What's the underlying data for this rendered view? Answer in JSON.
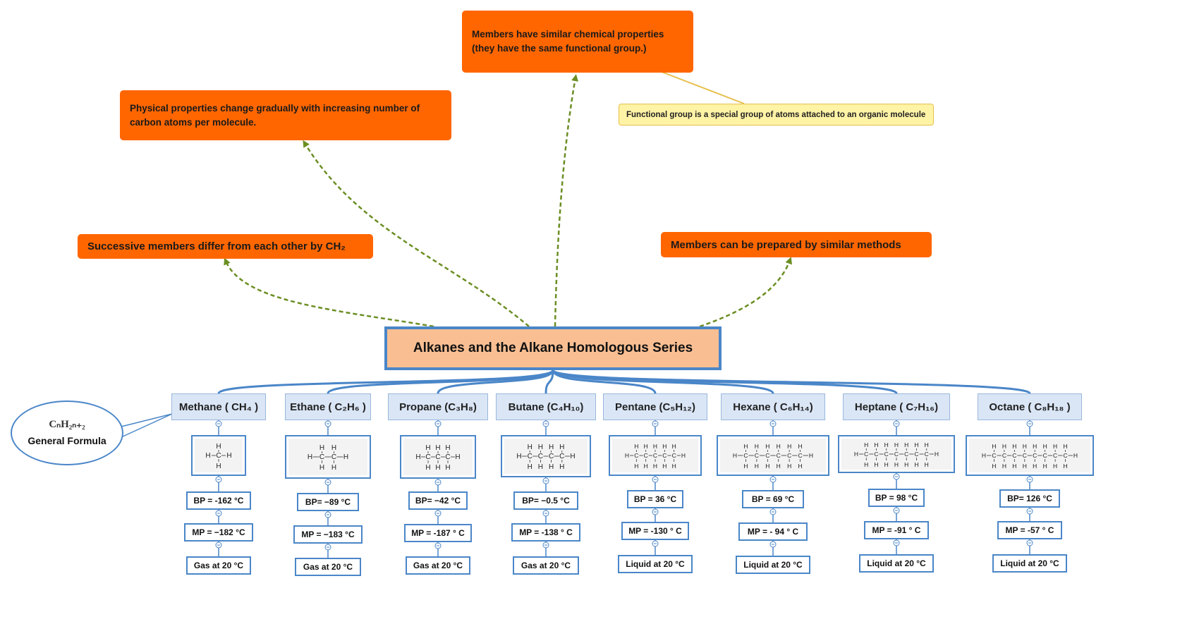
{
  "root": {
    "title": "Alkanes and the Alkane Homologous Series"
  },
  "properties": {
    "chemical": "Members have similar chemical properties (they have the same functional group.)",
    "physical": "Physical properties change gradually with increasing number of carbon atoms per molecule.",
    "successive": "Successive members differ from each other by CH₂",
    "prepared": "Members can be prepared by similar methods"
  },
  "callout": {
    "functional_group": "Functional group is a special group of atoms attached to an organic molecule"
  },
  "general_formula": {
    "formula": "CₙH₂ₙ₊₂",
    "label": "General Formula"
  },
  "alkanes": [
    {
      "name": "Methane ( CH₄ )",
      "carbons": 1,
      "bp": "BP = -162 °C",
      "mp": "MP = −182 °C",
      "state": "Gas at  20 °C"
    },
    {
      "name": "Ethane ( C₂H₆ )",
      "carbons": 2,
      "bp": "BP= −89 °C",
      "mp": "MP = −183 °C",
      "state": "Gas at  20 °C"
    },
    {
      "name": "Propane (C₃H₈)",
      "carbons": 3,
      "bp": "BP= −42 °C",
      "mp": "MP = -187 ° C",
      "state": "Gas at 20 °C"
    },
    {
      "name": "Butane (C₄H₁₀)",
      "carbons": 4,
      "bp": "BP= −0.5 °C",
      "mp": "MP = -138 ° C",
      "state": "Gas at 20 °C"
    },
    {
      "name": "Pentane (C₅H₁₂)",
      "carbons": 5,
      "bp": "BP = 36 °C",
      "mp": "MP = -130 ° C",
      "state": "Liquid  at 20 °C"
    },
    {
      "name": "Hexane ( C₆H₁₄)",
      "carbons": 6,
      "bp": "BP = 69 °C",
      "mp": "MP = - 94 ° C",
      "state": "Liquid at 20 °C"
    },
    {
      "name": "Heptane ( C₇H₁₆)",
      "carbons": 7,
      "bp": "BP = 98 °C",
      "mp": "MP = -91 ° C",
      "state": "Liquid at 20 °C"
    },
    {
      "name": "Octane ( C₈H₁₈ )",
      "carbons": 8,
      "bp": "BP= 126 °C",
      "mp": "MP = -57 ° C",
      "state": "Liquid at 20 °C"
    }
  ],
  "colors": {
    "accent": "#ff6600",
    "connector": "#4a86c8",
    "arrow": "#6b8e23",
    "root_fill": "#f9bf93",
    "node_fill": "#dae6f6"
  }
}
